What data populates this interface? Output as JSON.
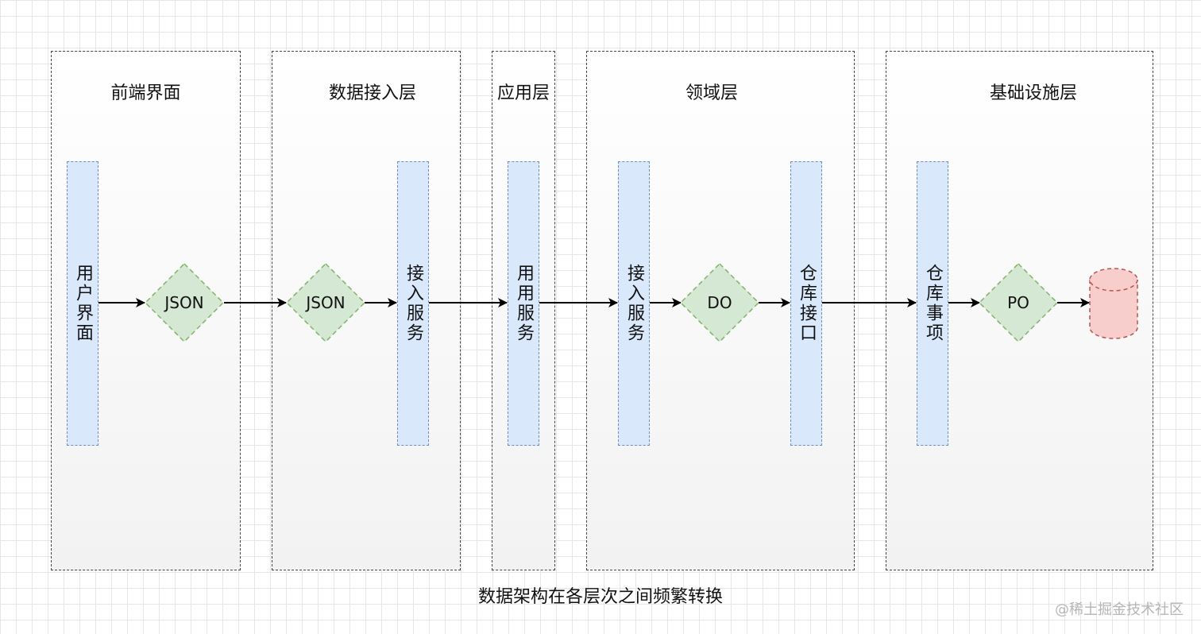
{
  "lanes": [
    {
      "title": "前端界面"
    },
    {
      "title": "数据接入层"
    },
    {
      "title": "应用层"
    },
    {
      "title": "领域层"
    },
    {
      "title": "基础设施层"
    }
  ],
  "columns": [
    {
      "label": "用户界面"
    },
    {
      "label": "接入服务"
    },
    {
      "label": "用用服务"
    },
    {
      "label": "接入服务"
    },
    {
      "label": "仓库接口"
    },
    {
      "label": "仓库事项"
    }
  ],
  "diamonds": [
    {
      "label": "JSON"
    },
    {
      "label": "JSON"
    },
    {
      "label": "DO"
    },
    {
      "label": "PO"
    }
  ],
  "caption": "数据架构在各层次之间频繁转换",
  "watermark": "@稀土掘金技术社区",
  "colors": {
    "column_fill": "#dae8fc",
    "column_stroke": "#6c8ebf",
    "diamond_fill": "#d5e8d4",
    "diamond_stroke": "#82b366",
    "database_fill": "#f8cecc",
    "database_stroke": "#b85450"
  }
}
